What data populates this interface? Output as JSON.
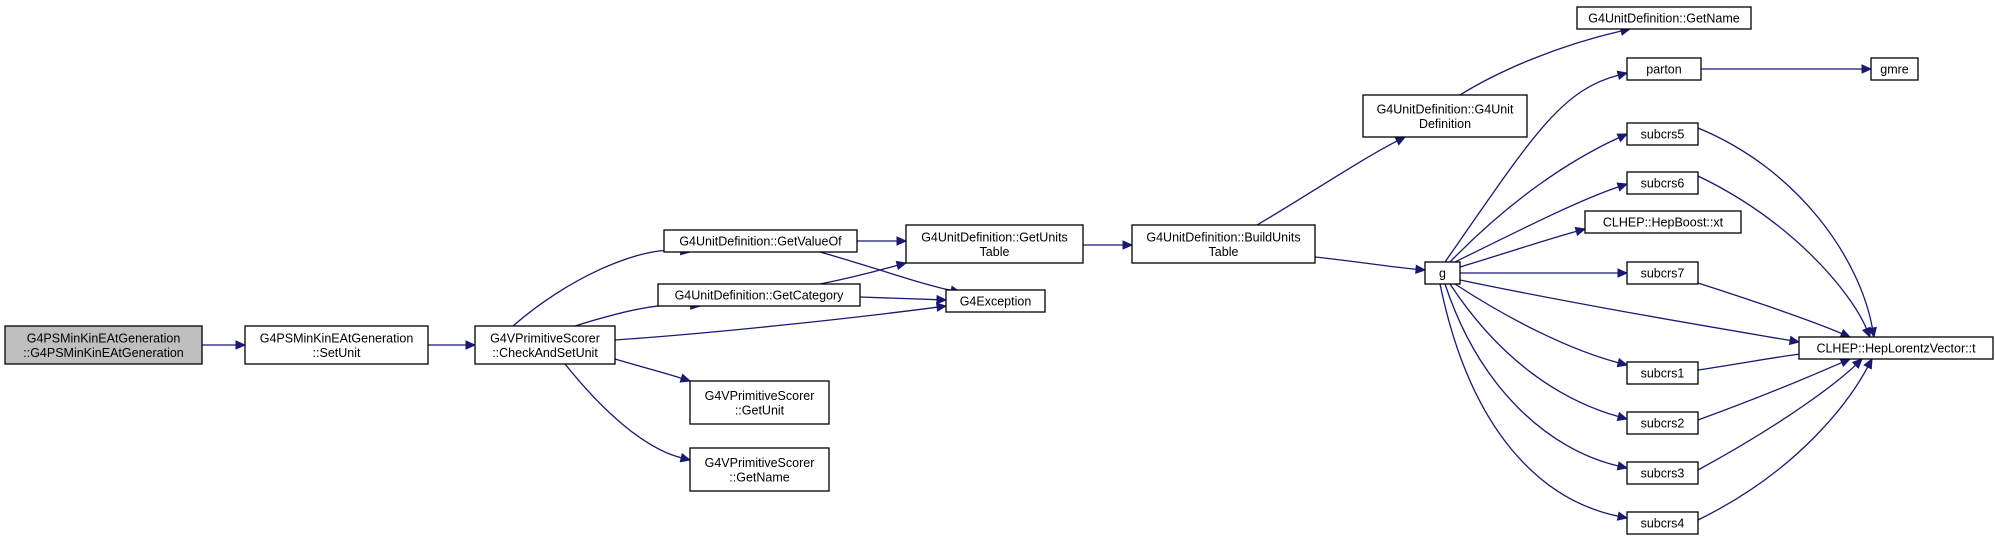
{
  "graph": {
    "nodes": [
      {
        "id": "root",
        "lines": [
          "G4PSMinKinEAtGeneration",
          "::G4PSMinKinEAtGeneration"
        ]
      },
      {
        "id": "setunit",
        "lines": [
          "G4PSMinKinEAtGeneration",
          "::SetUnit"
        ]
      },
      {
        "id": "checkandsetunit",
        "lines": [
          "G4VPrimitiveScorer",
          "::CheckAndSetUnit"
        ]
      },
      {
        "id": "getvalueof",
        "lines": [
          "G4UnitDefinition::GetValueOf"
        ]
      },
      {
        "id": "getcategory",
        "lines": [
          "G4UnitDefinition::GetCategory"
        ]
      },
      {
        "id": "getunit",
        "lines": [
          "G4VPrimitiveScorer",
          "::GetUnit"
        ]
      },
      {
        "id": "getname-scorer",
        "lines": [
          "G4VPrimitiveScorer",
          "::GetName"
        ]
      },
      {
        "id": "getunitstable",
        "lines": [
          "G4UnitDefinition::GetUnits",
          "Table"
        ]
      },
      {
        "id": "g4exception",
        "lines": [
          "G4Exception"
        ]
      },
      {
        "id": "buildunitstable",
        "lines": [
          "G4UnitDefinition::BuildUnits",
          "Table"
        ]
      },
      {
        "id": "g4unitdefinition-ctor",
        "lines": [
          "G4UnitDefinition::G4Unit",
          "Definition"
        ]
      },
      {
        "id": "g",
        "lines": [
          "g"
        ]
      },
      {
        "id": "getname-unit",
        "lines": [
          "G4UnitDefinition::GetName"
        ]
      },
      {
        "id": "parton",
        "lines": [
          "parton"
        ]
      },
      {
        "id": "gmre",
        "lines": [
          "gmre"
        ]
      },
      {
        "id": "subcrs5",
        "lines": [
          "subcrs5"
        ]
      },
      {
        "id": "subcrs6",
        "lines": [
          "subcrs6"
        ]
      },
      {
        "id": "hepboost-xt",
        "lines": [
          "CLHEP::HepBoost::xt"
        ]
      },
      {
        "id": "subcrs7",
        "lines": [
          "subcrs7"
        ]
      },
      {
        "id": "heplorentzvector-t",
        "lines": [
          "CLHEP::HepLorentzVector::t"
        ]
      },
      {
        "id": "subcrs1",
        "lines": [
          "subcrs1"
        ]
      },
      {
        "id": "subcrs2",
        "lines": [
          "subcrs2"
        ]
      },
      {
        "id": "subcrs3",
        "lines": [
          "subcrs3"
        ]
      },
      {
        "id": "subcrs4",
        "lines": [
          "subcrs4"
        ]
      }
    ],
    "edges": [
      [
        "root",
        "setunit"
      ],
      [
        "setunit",
        "checkandsetunit"
      ],
      [
        "checkandsetunit",
        "getvalueof"
      ],
      [
        "checkandsetunit",
        "getcategory"
      ],
      [
        "checkandsetunit",
        "g4exception"
      ],
      [
        "checkandsetunit",
        "getunit"
      ],
      [
        "checkandsetunit",
        "getname-scorer"
      ],
      [
        "getvalueof",
        "getunitstable"
      ],
      [
        "getvalueof",
        "g4exception"
      ],
      [
        "getcategory",
        "getunitstable"
      ],
      [
        "getcategory",
        "g4exception"
      ],
      [
        "getunitstable",
        "buildunitstable"
      ],
      [
        "buildunitstable",
        "g4unitdefinition-ctor"
      ],
      [
        "buildunitstable",
        "g"
      ],
      [
        "g4unitdefinition-ctor",
        "getname-unit"
      ],
      [
        "g",
        "parton"
      ],
      [
        "g",
        "subcrs5"
      ],
      [
        "g",
        "subcrs6"
      ],
      [
        "g",
        "hepboost-xt"
      ],
      [
        "g",
        "subcrs7"
      ],
      [
        "g",
        "heplorentzvector-t"
      ],
      [
        "g",
        "subcrs1"
      ],
      [
        "g",
        "subcrs2"
      ],
      [
        "g",
        "subcrs3"
      ],
      [
        "g",
        "subcrs4"
      ],
      [
        "parton",
        "gmre"
      ],
      [
        "subcrs5",
        "heplorentzvector-t"
      ],
      [
        "subcrs6",
        "heplorentzvector-t"
      ],
      [
        "subcrs7",
        "heplorentzvector-t"
      ],
      [
        "subcrs1",
        "heplorentzvector-t"
      ],
      [
        "subcrs2",
        "heplorentzvector-t"
      ],
      [
        "subcrs3",
        "heplorentzvector-t"
      ],
      [
        "subcrs4",
        "heplorentzvector-t"
      ]
    ],
    "colors": {
      "edge": "#191970",
      "root_fill": "#bfbfbf",
      "node_fill": "#ffffff",
      "node_border": "#000000"
    }
  }
}
